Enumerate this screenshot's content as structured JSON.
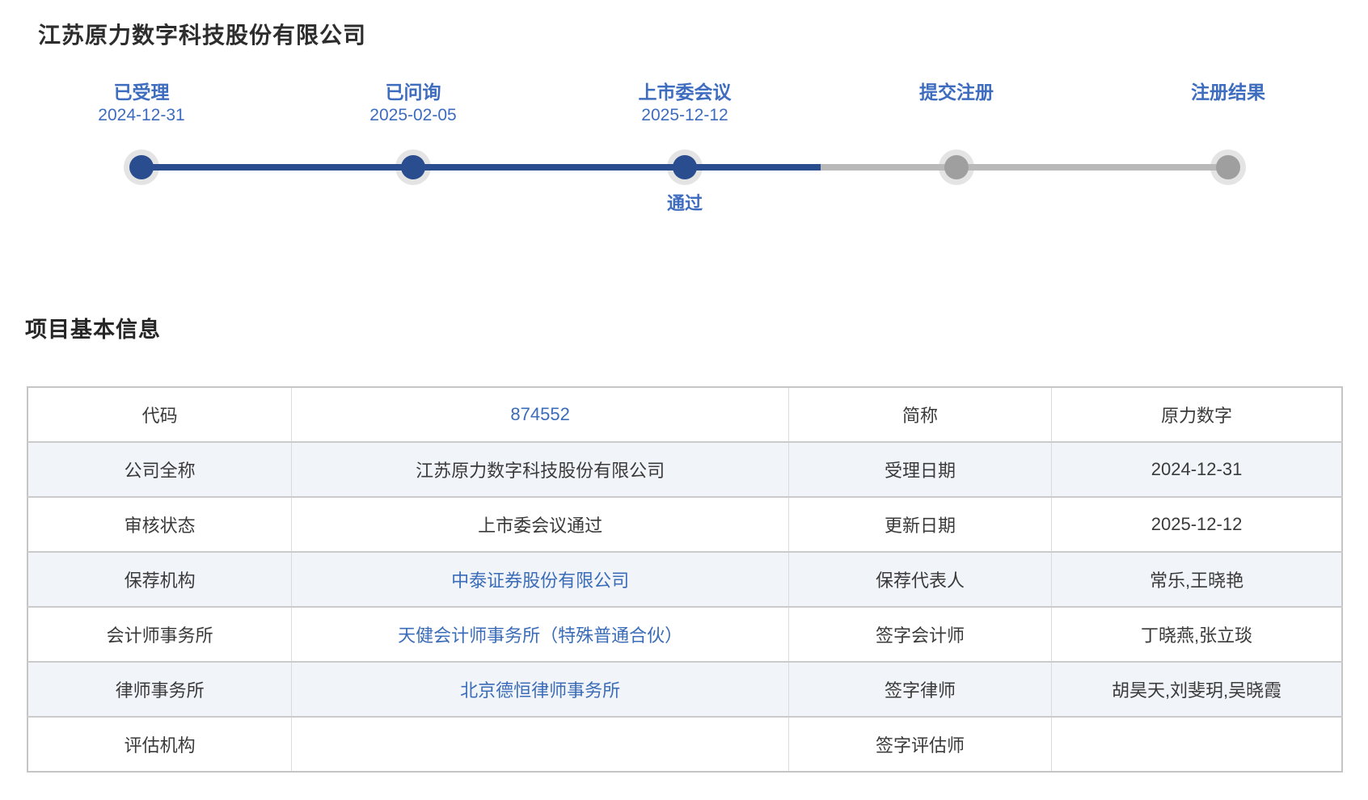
{
  "company_title": "江苏原力数字科技股份有限公司",
  "timeline": {
    "stages": [
      {
        "label": "已受理",
        "date": "2024-12-31",
        "result": "",
        "status": "completed"
      },
      {
        "label": "已问询",
        "date": "2025-02-05",
        "result": "",
        "status": "completed"
      },
      {
        "label": "上市委会议",
        "date": "2025-12-12",
        "result": "通过",
        "status": "completed"
      },
      {
        "label": "提交注册",
        "date": "",
        "result": "",
        "status": "pending"
      },
      {
        "label": "注册结果",
        "date": "",
        "result": "",
        "status": "pending"
      }
    ],
    "progress_percent": "62.5"
  },
  "basic_info": {
    "section_title": "项目基本信息",
    "rows": [
      {
        "c0": "代码",
        "c1": "874552",
        "c2": "简称",
        "c3": "原力数字"
      },
      {
        "c0": "公司全称",
        "c1": "江苏原力数字科技股份有限公司",
        "c2": "受理日期",
        "c3": "2024-12-31"
      },
      {
        "c0": "审核状态",
        "c1": "上市委会议通过",
        "c2": "更新日期",
        "c3": "2025-12-12"
      },
      {
        "c0": "保荐机构",
        "c1": "中泰证券股份有限公司",
        "c2": "保荐代表人",
        "c3": "常乐,王晓艳"
      },
      {
        "c0": "会计师事务所",
        "c1": "天健会计师事务所（特殊普通合伙）",
        "c2": "签字会计师",
        "c3": "丁晓燕,张立琰"
      },
      {
        "c0": "律师事务所",
        "c1": "北京德恒律师事务所",
        "c2": "签字律师",
        "c3": "胡昊天,刘斐玥,吴晓霞"
      },
      {
        "c0": "评估机构",
        "c1": "",
        "c2": "签字评估师",
        "c3": ""
      }
    ]
  },
  "colors": {
    "stage_label_blue": "#3e6cbf",
    "progress_blue": "#2a4d90",
    "link_blue": "#3b6cb8",
    "pending_gray": "#9f9f9f",
    "track_gray": "#b9b9b9",
    "alt_row_bg": "#f1f5f9"
  }
}
